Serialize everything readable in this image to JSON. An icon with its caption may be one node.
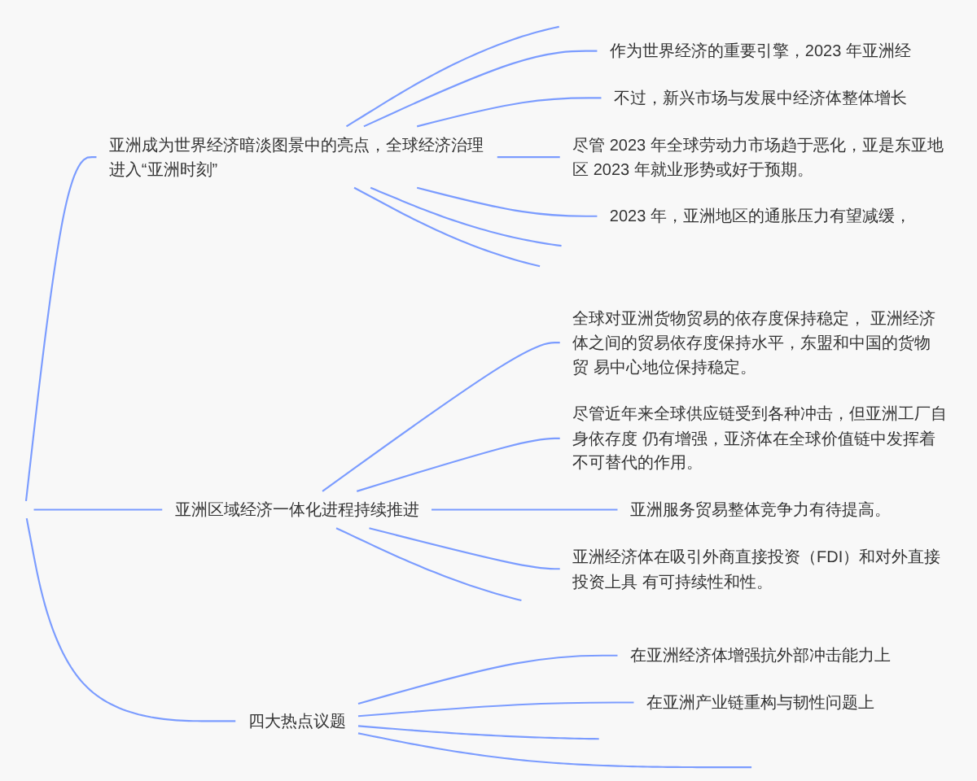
{
  "diagram": {
    "nodes": [
      {
        "text": [
          "亚洲成为世界经济暗淡图景中的亮点，全球经济治理进入“亚洲时刻”"
        ]
      },
      {
        "text": [
          "作为世界经济的重要引擎，2023 年亚洲经"
        ]
      },
      {
        "text": [
          "不过，新兴市场与发展中经济体整体增长"
        ]
      },
      {
        "text": [
          "尽管 2023 年全球劳动力市场趋于恶化，亚是东亚地区 2023 年就业形势或好于预期。"
        ]
      },
      {
        "text": [
          "2023 年，亚洲地区的通胀压力有望减缓，"
        ]
      },
      {
        "text": [
          "亚洲区域经济一体化进程持续推进"
        ]
      },
      {
        "text": [
          "全球对亚洲货物贸易的依存度保持稳定， 亚洲经济体之间的贸易依存度保持水平，东盟和中国的货物贸 易中心地位保持稳定。"
        ]
      },
      {
        "text": [
          "尽管近年来全球供应链受到各种冲击，但亚洲工厂自身依存度 仍有增强，亚济体在全球价值链中发挥着不可替代的作用。"
        ]
      },
      {
        "text": [
          "亚洲服务贸易整体竞争力有待提高。"
        ]
      },
      {
        "text": [
          "亚洲经济体在吸引外商直接投资（FDI）和对外直接投资上具 有可持续性和性。"
        ]
      },
      {
        "text": [
          "四大热点议题"
        ]
      },
      {
        "text": [
          "在亚洲经济体增强抗外部冲击能力上"
        ]
      },
      {
        "text": [
          "在亚洲产业链重构与韧性问题上"
        ]
      }
    ],
    "edges": [
      {
        "from": null,
        "to": 0,
        "arrow": "none"
      },
      {
        "from": 0,
        "to": null,
        "arrow": "none"
      },
      {
        "from": 0,
        "to": 1,
        "arrow": "none"
      },
      {
        "from": 0,
        "to": 2,
        "arrow": "none"
      },
      {
        "from": 0,
        "to": 3,
        "arrow": "none"
      },
      {
        "from": 0,
        "to": 4,
        "arrow": "none"
      },
      {
        "from": 0,
        "to": null,
        "arrow": "none"
      },
      {
        "from": 0,
        "to": null,
        "arrow": "none"
      },
      {
        "from": null,
        "to": 5,
        "arrow": "none"
      },
      {
        "from": 5,
        "to": 6,
        "arrow": "none"
      },
      {
        "from": 5,
        "to": 7,
        "arrow": "none"
      },
      {
        "from": 5,
        "to": 8,
        "arrow": "none"
      },
      {
        "from": 5,
        "to": 9,
        "arrow": "none"
      },
      {
        "from": 5,
        "to": null,
        "arrow": "none"
      },
      {
        "from": null,
        "to": 10,
        "arrow": "none"
      },
      {
        "from": 10,
        "to": 11,
        "arrow": "none"
      },
      {
        "from": 10,
        "to": 12,
        "arrow": "none"
      },
      {
        "from": 10,
        "to": null,
        "arrow": "none"
      },
      {
        "from": 10,
        "to": null,
        "arrow": "none"
      }
    ]
  }
}
